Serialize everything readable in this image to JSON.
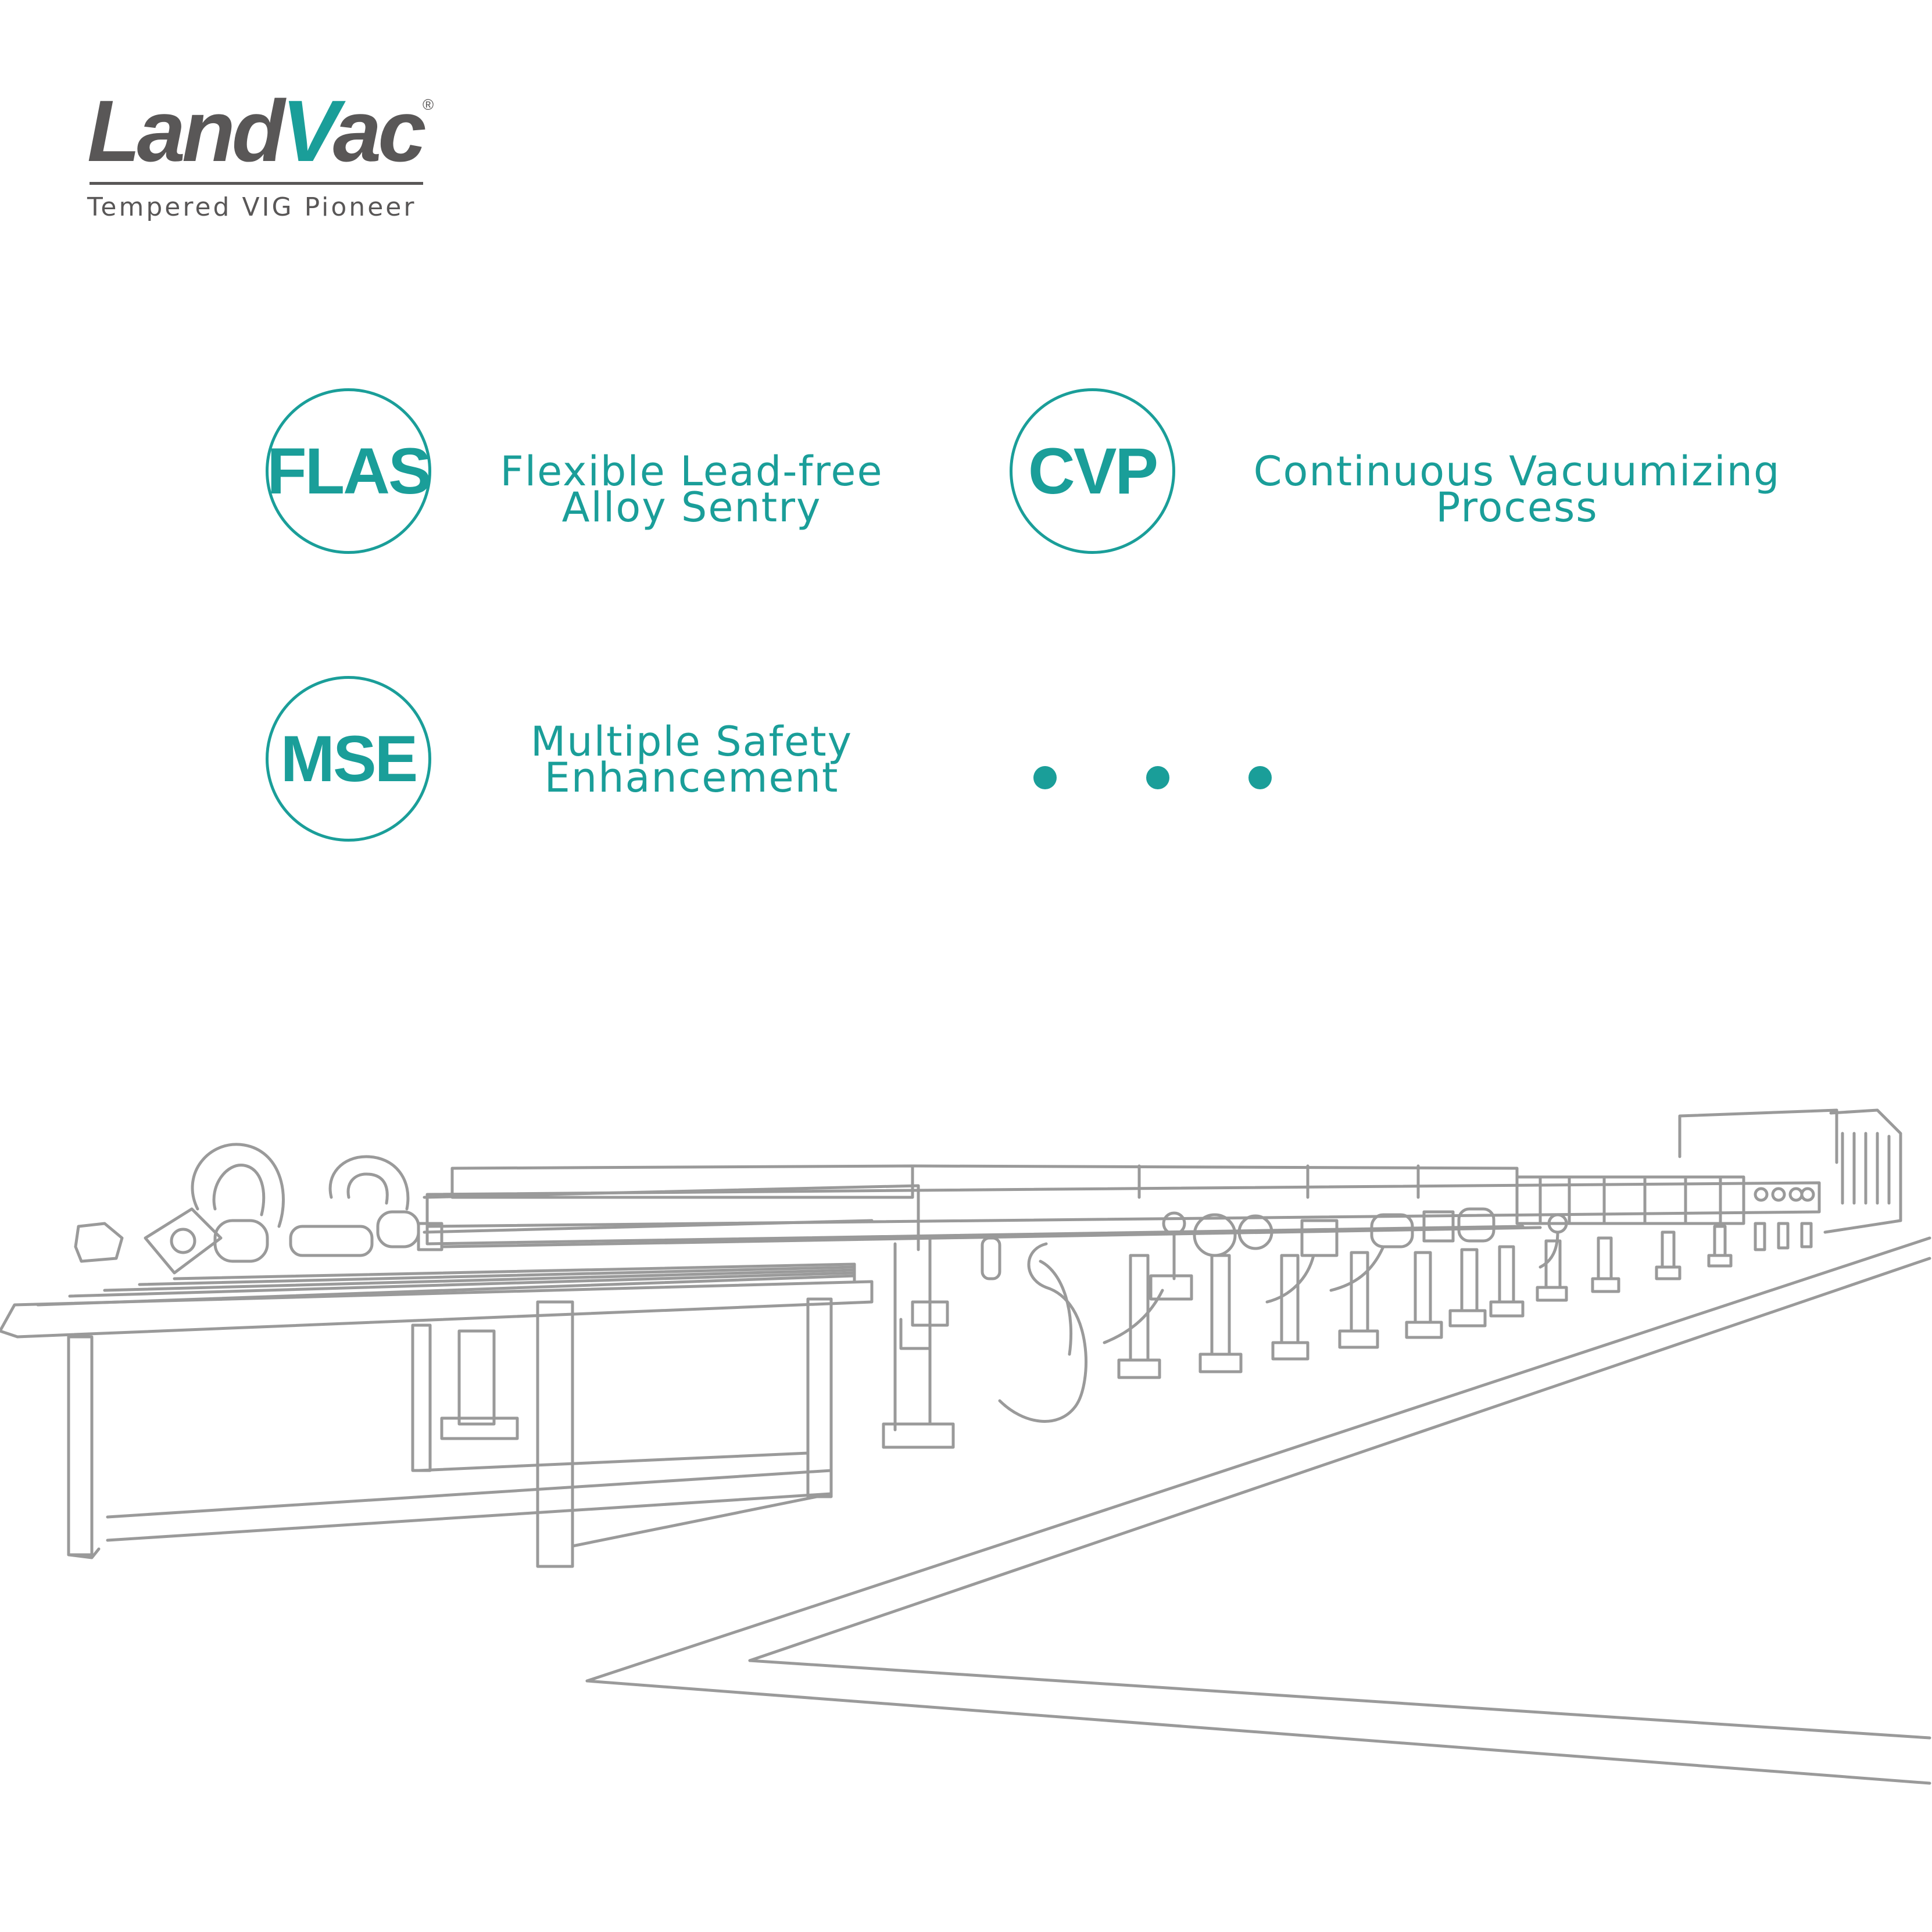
{
  "brand": {
    "name_part1": "Land",
    "name_v": "V",
    "name_part2": "ac",
    "registered": "®",
    "tagline": "Tempered VIG Pioneer"
  },
  "features": [
    {
      "abbr": "FLAS",
      "line1": "Flexible Lead-free",
      "line2": "Alloy Sentry"
    },
    {
      "abbr": "CVP",
      "line1": "Continuous Vacuumizing",
      "line2": "Process"
    },
    {
      "abbr": "MSE",
      "line1": "Multiple Safety",
      "line2": "Enhancement"
    }
  ],
  "more_indicator": "ellipsis-dots",
  "illustration": "glass-processing-production-line-line-art",
  "colors": {
    "accent": "#1a9e99",
    "logo_gray": "#595757",
    "line_art": "#9a9a9a"
  }
}
